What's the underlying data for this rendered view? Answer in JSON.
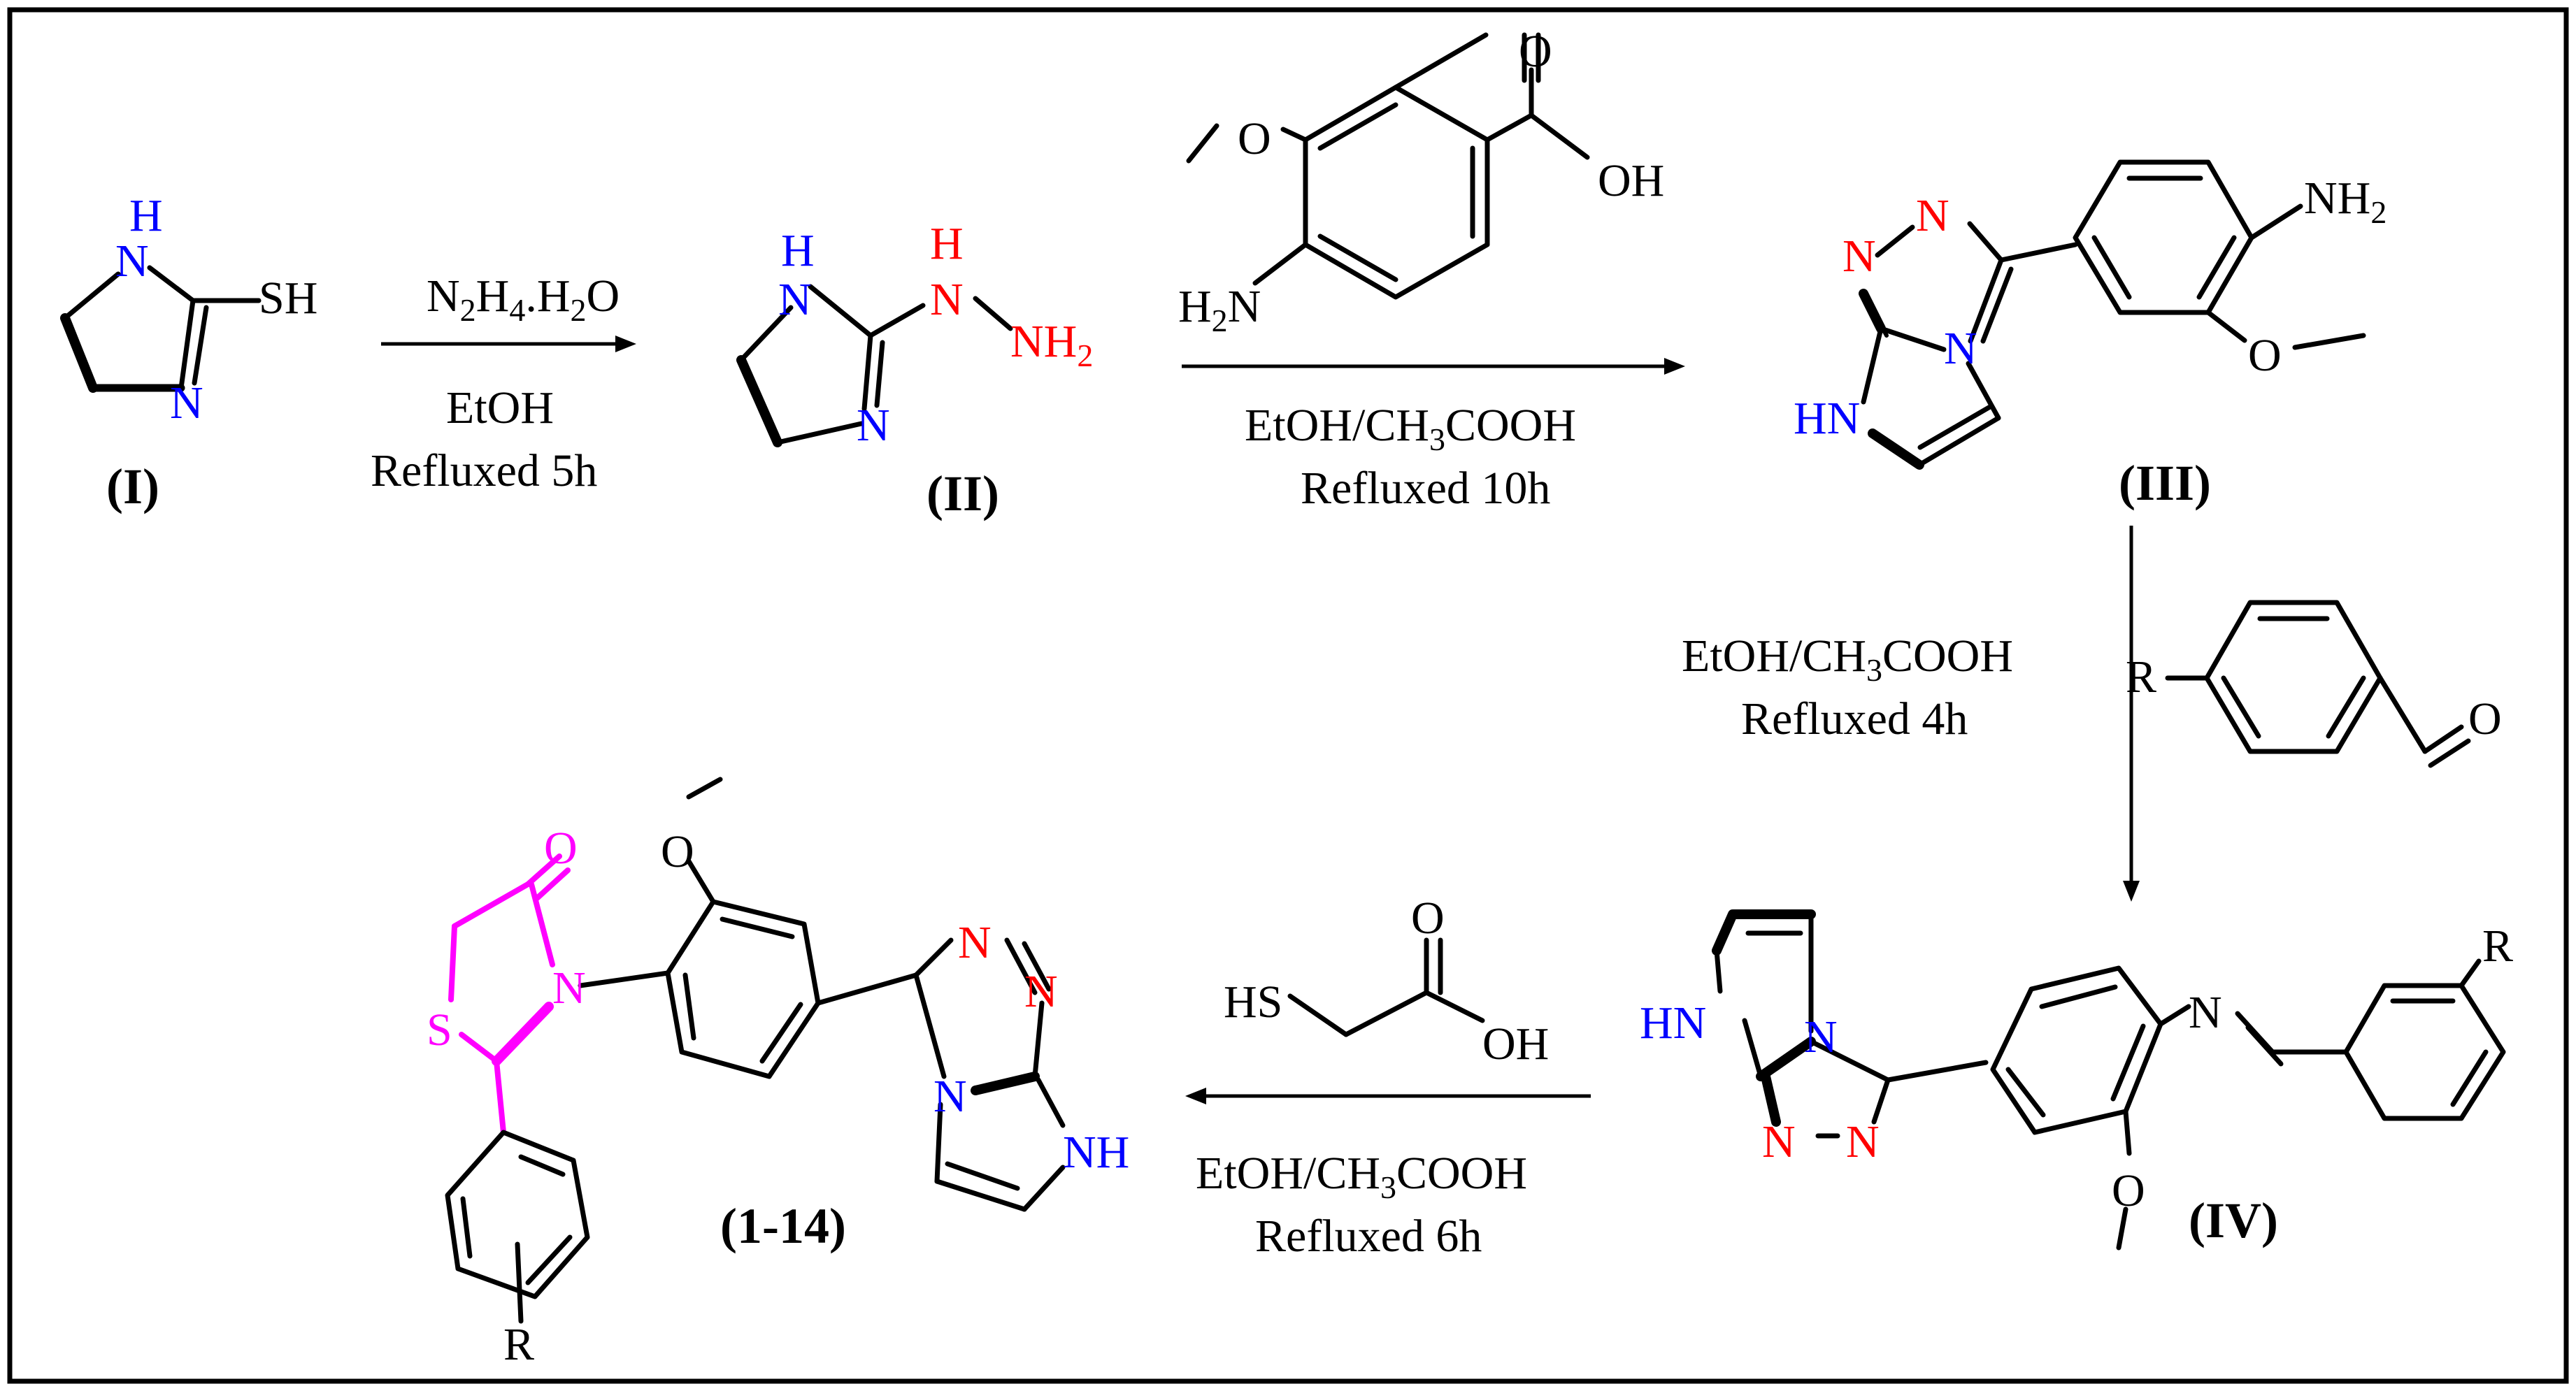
{
  "colors": {
    "nitrogen_ring": "#0000ff",
    "hydrazine_and_triazole": "#ff0000",
    "thiazolidinone": "#ff00ff",
    "frame": "#000000"
  },
  "compounds": {
    "I": {
      "label": "(I)",
      "nh": "N",
      "nh_h": "H",
      "n": "N",
      "sh": "SH"
    },
    "II": {
      "label": "(II)",
      "nh": "N",
      "nh_h": "H",
      "n": "N",
      "hydrazine_h": "H",
      "hydrazine_n": "N",
      "nh2": "NH",
      "nh2_sub": "2"
    },
    "III": {
      "label": "(III)",
      "n1": "N",
      "n2": "N",
      "n3": "N",
      "hn": "HN",
      "nh2": "NH",
      "nh2_sub": "2",
      "methoxy_o": "O"
    },
    "IV": {
      "label": "(IV)",
      "hn": "HN",
      "n_bridge": "N",
      "n1": "N",
      "n2": "N",
      "imine_n": "N",
      "methoxy_o": "O",
      "r": "R"
    },
    "final": {
      "label": "(1-14)",
      "o": "O",
      "n": "N",
      "s": "S",
      "methoxy_o": "O",
      "n1": "N",
      "n2": "N",
      "n_bridge": "N",
      "nh": "NH",
      "r": "R"
    }
  },
  "reagents": {
    "vanillic": {
      "o": "O",
      "oh": "OH",
      "h2n_h": "H",
      "h2n_sub": "2",
      "h2n_n": "N"
    },
    "aldehyde": {
      "r": "R",
      "o": "O"
    },
    "thioglycolic": {
      "hs": "HS",
      "o": "O",
      "oh": "OH"
    }
  },
  "steps": {
    "step1": {
      "reagent_a": "N",
      "reagent_sub1": "2",
      "reagent_b": "H",
      "reagent_sub2": "4",
      "reagent_c": ".H",
      "reagent_sub3": "2",
      "reagent_d": "O",
      "solvent": "EtOH",
      "condition": "Refluxed 5h"
    },
    "step2": {
      "solvent_a": "EtOH/CH",
      "solvent_sub": "3",
      "solvent_b": "COOH",
      "condition": "Refluxed 10h"
    },
    "step3": {
      "solvent_a": "EtOH/CH",
      "solvent_sub": "3",
      "solvent_b": "COOH",
      "condition": "Refluxed 4h"
    },
    "step4": {
      "solvent_a": "EtOH/CH",
      "solvent_sub": "3",
      "solvent_b": "COOH",
      "condition": "Refluxed 6h"
    }
  }
}
